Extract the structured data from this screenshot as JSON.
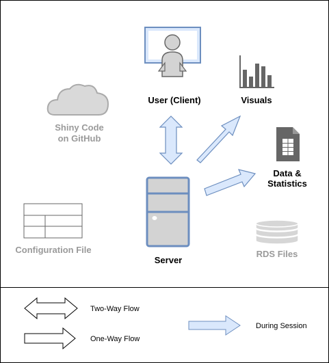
{
  "diagram": {
    "nodes": {
      "user": {
        "label": "User (Client)",
        "icon": "user-monitor-icon"
      },
      "visuals": {
        "label": "Visuals",
        "icon": "bar-chart-icon"
      },
      "data": {
        "label_line1": "Data &",
        "label_line2": "Statistics",
        "icon": "spreadsheet-file-icon"
      },
      "shiny": {
        "label_line1": "Shiny Code",
        "label_line2": "on GitHub",
        "icon": "cloud-icon"
      },
      "config": {
        "label": "Configuration File",
        "icon": "table-icon"
      },
      "server": {
        "label": "Server",
        "icon": "server-icon"
      },
      "rds": {
        "label": "RDS Files",
        "icon": "database-icon"
      }
    },
    "legend": {
      "two_way": "Two-Way Flow",
      "one_way": "One-Way Flow",
      "during_session": "During Session"
    }
  },
  "colors": {
    "accent_fill": "#dae8fc",
    "accent_stroke": "#6c8ebf",
    "grey_fill": "#d3d3d3",
    "grey_stroke": "#666666",
    "faded_text": "#9a9a9a"
  }
}
